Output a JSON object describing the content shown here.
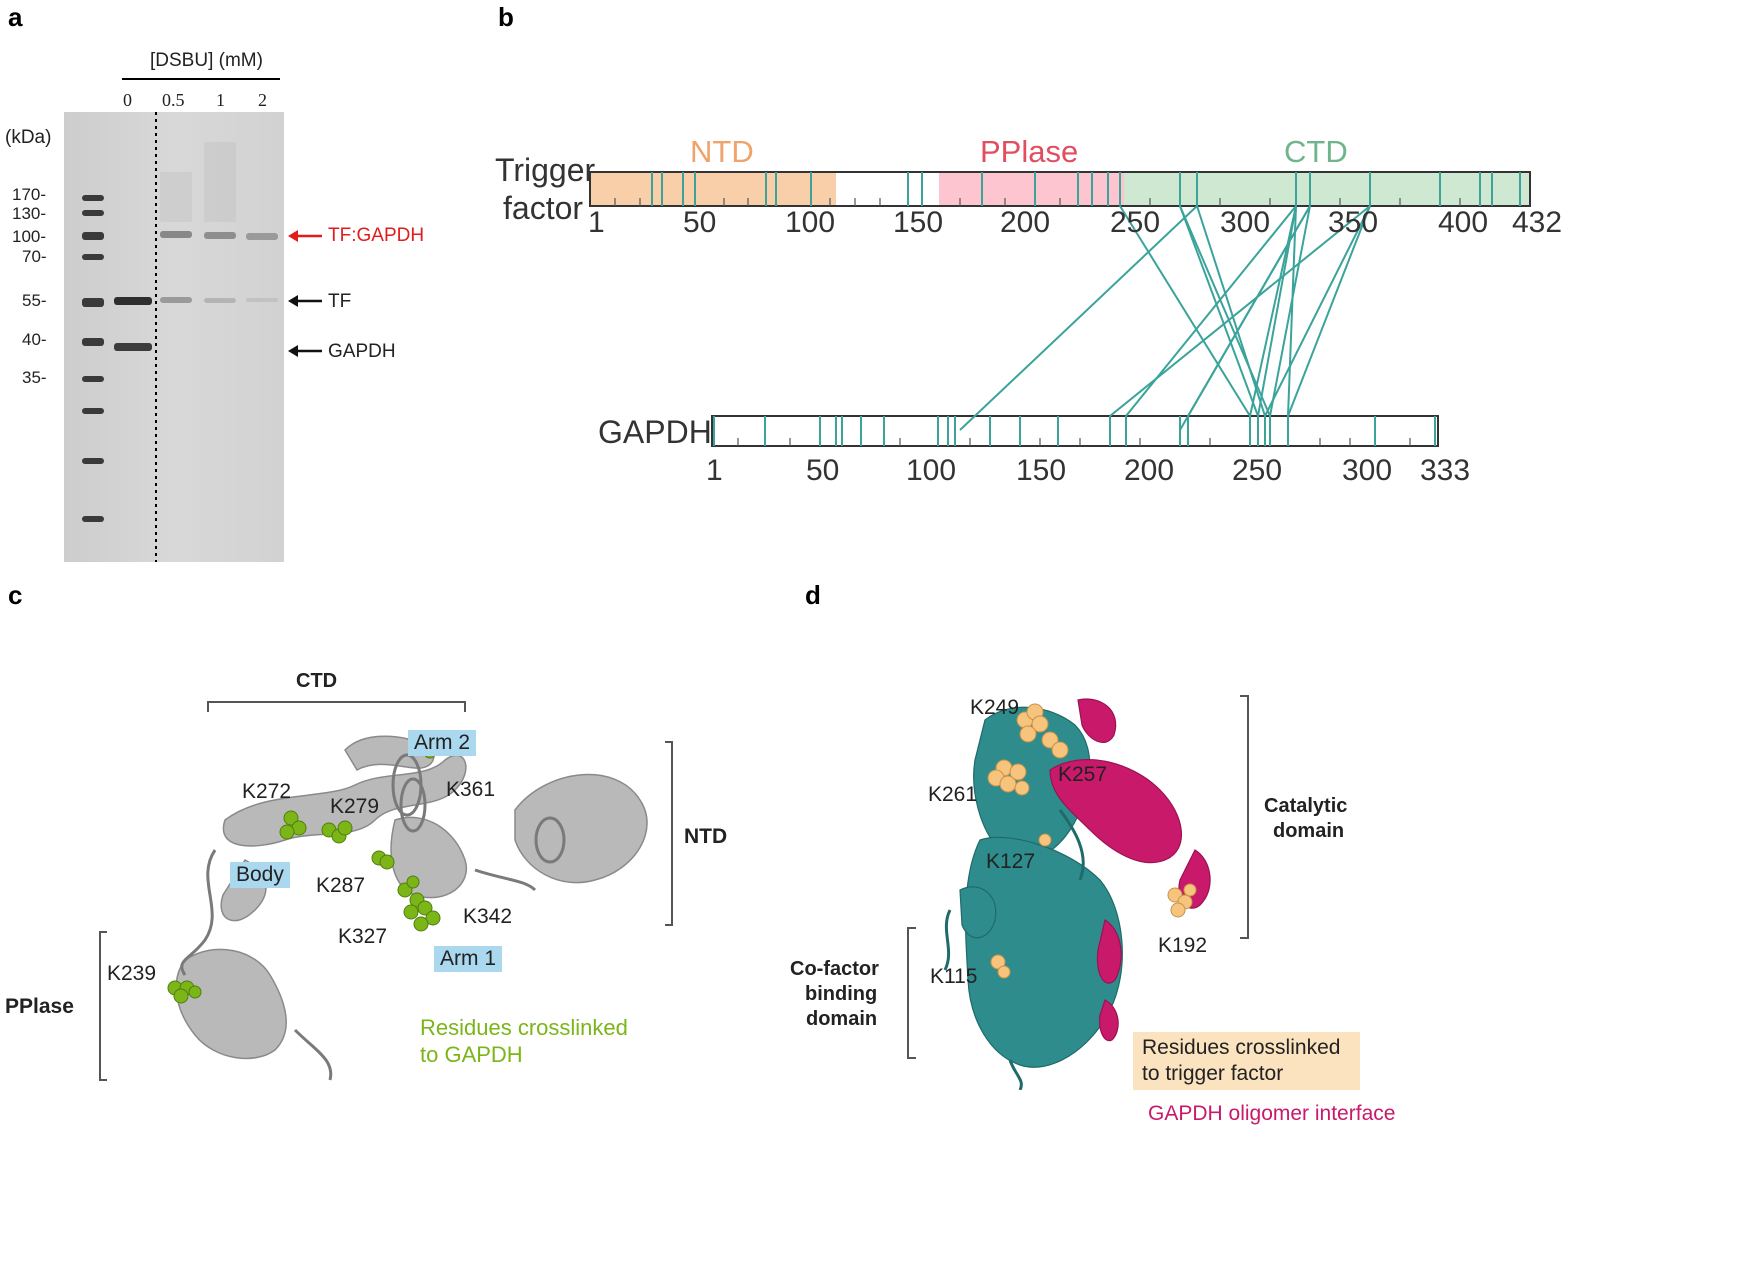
{
  "panels": {
    "a": "a",
    "b": "b",
    "c": "c",
    "d": "d"
  },
  "gel": {
    "conc_title": "[DSBU] (mM)",
    "lanes": [
      "0",
      "0.5",
      "1",
      "2"
    ],
    "kda_label": "(kDa)",
    "markers": [
      "170-",
      "130-",
      "100-",
      "70-",
      "55-",
      "40-",
      "35-"
    ],
    "annotations": {
      "tf_gapdh": "TF:GAPDH",
      "tf": "TF",
      "gapdh": "GAPDH"
    },
    "colors": {
      "complex": "#e21b1b",
      "plain": "#111111"
    }
  },
  "crosslink_map": {
    "tf_label_1": "Trigger",
    "tf_label_2": "factor",
    "gapdh_label": "GAPDH",
    "domains": {
      "ntd": "NTD",
      "pplase": "PPlase",
      "ctd": "CTD"
    },
    "tf_ticks": [
      "1",
      "50",
      "100",
      "150",
      "200",
      "250",
      "300",
      "350",
      "400",
      "432"
    ],
    "gapdh_ticks": [
      "1",
      "50",
      "100",
      "150",
      "200",
      "250",
      "300",
      "333"
    ],
    "colors": {
      "ntd": "#f9cfa9",
      "pplase": "#fcc5cf",
      "ctd": "#cfe8d2",
      "link": "#3aa39a",
      "ntd_text": "#f0a36a",
      "pplase_text": "#e04e60",
      "ctd_text": "#6fb48a"
    }
  },
  "tf_structure": {
    "ctd_label": "CTD",
    "ntd_label": "NTD",
    "pplase_label": "PPlase",
    "tags": {
      "arm2": "Arm 2",
      "body": "Body",
      "arm1": "Arm 1"
    },
    "residues": [
      "K272",
      "K279",
      "K361",
      "K287",
      "K342",
      "K327",
      "K239"
    ],
    "legend_line1": "Residues crosslinked",
    "legend_line2": "to GAPDH",
    "legend_color": "#7cb518"
  },
  "gapdh_structure": {
    "residues": [
      "K249",
      "K257",
      "K261",
      "K127",
      "K192",
      "K115"
    ],
    "catalytic_1": "Catalytic",
    "catalytic_2": "domain",
    "cofactor_1": "Co-factor",
    "cofactor_2": "binding",
    "cofactor_3": "domain",
    "legend_line1": "Residues crosslinked",
    "legend_line2": "to trigger factor",
    "interface_label": "GAPDH oligomer interface",
    "colors": {
      "teal": "#2f8c8c",
      "magenta": "#c8196b",
      "orange": "#f6c47c",
      "legend_bg": "#fbe3c0"
    }
  }
}
